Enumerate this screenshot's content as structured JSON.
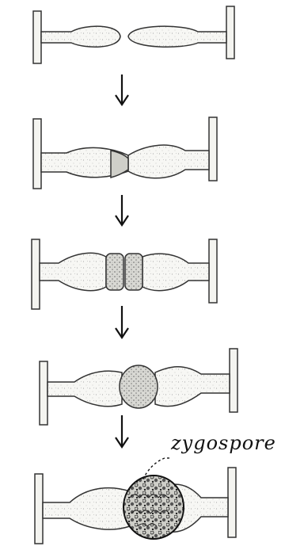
{
  "figure": {
    "stages": [
      {
        "name": "stage-1"
      },
      {
        "name": "stage-2"
      },
      {
        "name": "stage-3"
      },
      {
        "name": "stage-4"
      },
      {
        "name": "stage-5"
      }
    ],
    "annotation": "zygospore"
  }
}
